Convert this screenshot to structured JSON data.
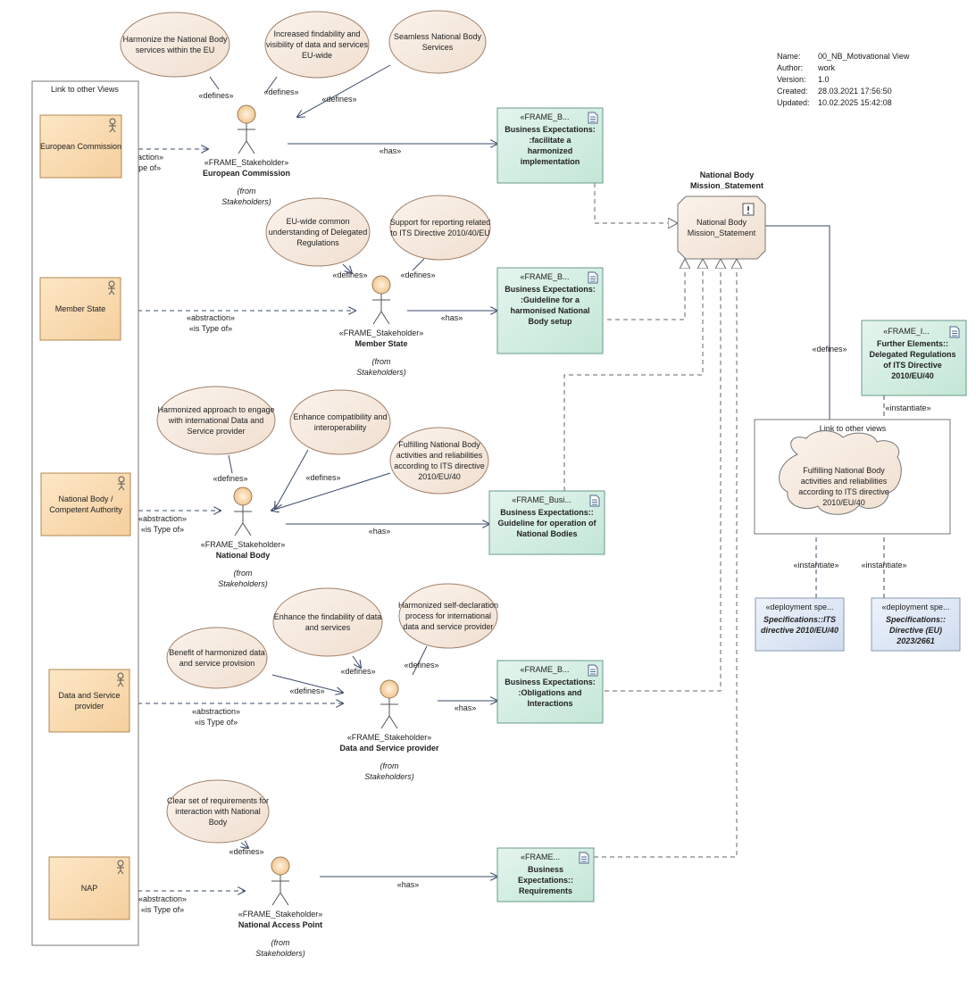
{
  "metadata": {
    "name_label": "Name:",
    "name": "00_NB_Motivational View",
    "author_label": "Author:",
    "author": "work",
    "version_label": "Version:",
    "version": "1.0",
    "created_label": "Created:",
    "created": "28.03.2021 17:56:50",
    "updated_label": "Updated:",
    "updated": "10.02.2025 15:42:08"
  },
  "stereo": {
    "stakeholder": "«FRAME_Stakeholder»",
    "from1": "(from",
    "from2": "Stakeholders)",
    "defines": "«defines»",
    "has": "«has»",
    "abstraction": "«abstraction»",
    "istypeof": "«is Type of»",
    "instantiate": "«instantiate»"
  },
  "views_frame": {
    "title": "Link to other Views"
  },
  "views_frame2": {
    "title": "Link to other views"
  },
  "left_blocks": [
    {
      "label": [
        "European Commission"
      ]
    },
    {
      "label": [
        "Member State"
      ]
    },
    {
      "label": [
        "National Body /",
        "Competent Authority"
      ]
    },
    {
      "label": [
        "Data and Service",
        "provider"
      ]
    },
    {
      "label": [
        "NAP"
      ]
    }
  ],
  "actors": [
    {
      "name": "European Commission"
    },
    {
      "name": "Member State"
    },
    {
      "name": "National Body"
    },
    {
      "name": "Data and Service provider"
    },
    {
      "name": "National Access Point"
    }
  ],
  "goals": [
    {
      "lines": [
        "Harmonize the National Body",
        "services within the EU"
      ]
    },
    {
      "lines": [
        "Increased findability and",
        "visibility of data and services",
        "EU-wide"
      ]
    },
    {
      "lines": [
        "Seamless National Body",
        "Services"
      ]
    },
    {
      "lines": [
        "EU-wide common",
        "understanding of Delegated",
        "Regulations"
      ]
    },
    {
      "lines": [
        "Support for reporting related",
        "to ITS Directive 2010/40/EU"
      ]
    },
    {
      "lines": [
        "Harmonized approach to engage",
        "with international Data and",
        "Service provider"
      ]
    },
    {
      "lines": [
        "Enhance compatibility and",
        "interoperability"
      ]
    },
    {
      "lines": [
        "Fulfilling National Body",
        "activities and reliabilities",
        "according to ITS directive",
        "2010/EU/40"
      ]
    },
    {
      "lines": [
        "Enhance the findability of data",
        "and services"
      ]
    },
    {
      "lines": [
        "Harmonized self-declaration",
        "process for international",
        "data and service provider"
      ]
    },
    {
      "lines": [
        "Benefit of harmonized data",
        "and service provision"
      ]
    },
    {
      "lines": [
        "Clear set of requirements for",
        "interaction with National",
        "Body"
      ]
    }
  ],
  "expectations": [
    {
      "stereo": "«FRAME_B...",
      "lines": [
        "Business Expectations:",
        ":facilitate a",
        "harmonized",
        "implementation"
      ]
    },
    {
      "stereo": "«FRAME_B...",
      "lines": [
        "Business Expectations:",
        ":Guideline for a",
        "harmonised National",
        "Body setup"
      ]
    },
    {
      "stereo": "«FRAME_Busi...",
      "lines": [
        "Business Expectations::",
        "Guideline for operation of",
        "National Bodies"
      ]
    },
    {
      "stereo": "«FRAME_B...",
      "lines": [
        "Business Expectations:",
        ":Obligations and",
        "Interactions"
      ]
    },
    {
      "stereo": "«FRAME...",
      "lines": [
        "Business",
        "Expectations::",
        "Requirements"
      ]
    }
  ],
  "mission": {
    "title": [
      "National Body",
      "Mission_Statement"
    ],
    "inner": [
      "National Body",
      "Mission_Statement"
    ]
  },
  "further": {
    "stereo": "«FRAME_I...",
    "lines": [
      "Further Elements::",
      "Delegated Regulations",
      "of ITS Directive",
      "2010/EU/40"
    ]
  },
  "cloud": {
    "lines": [
      "Fulfilling National Body",
      "activities and reliabilities",
      "according to ITS directive",
      "2010/EU/40"
    ]
  },
  "deploy": [
    {
      "stereo": "«deployment spe...",
      "lines": [
        "Specifications::ITS",
        "directive 2010/EU/40"
      ]
    },
    {
      "stereo": "«deployment spe...",
      "lines": [
        "Specifications::",
        "Directive (EU)",
        "2023/2661"
      ]
    }
  ]
}
